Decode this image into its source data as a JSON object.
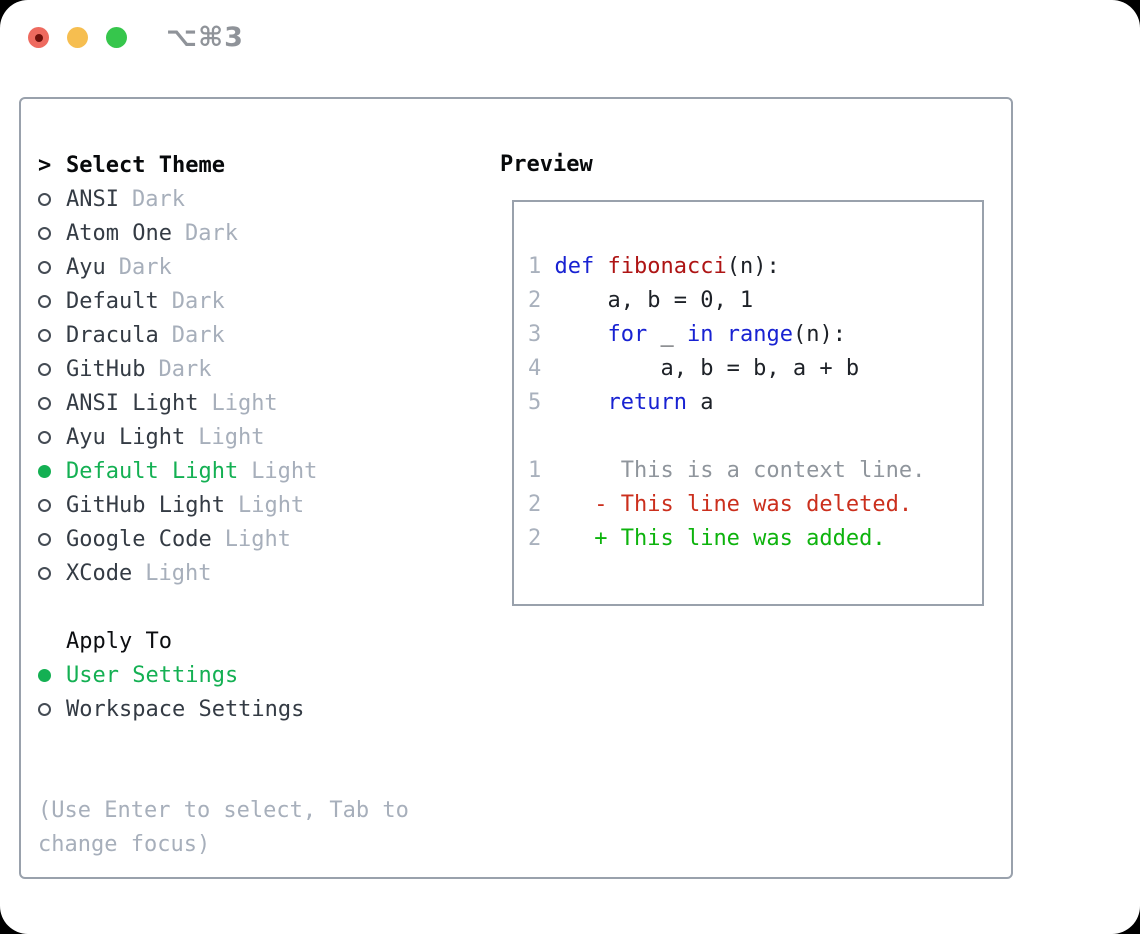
{
  "window": {
    "shortcut": "⌥⌘3"
  },
  "colors": {
    "accent_green": "#14b053",
    "diff_added_green": "#0db30d",
    "diff_deleted_red": "#cb2f1d",
    "keyword_blue": "#1822d2",
    "function_red": "#ae1414",
    "muted_gray": "#a7afbb",
    "line_number_gray": "#a9b1bd",
    "context_gray": "#8f959c",
    "border_gray": "#99a1ac",
    "traffic_red": "#ee6a5f",
    "traffic_yellow": "#f6be50",
    "traffic_green": "#36c64c"
  },
  "sidebar": {
    "header_prefix": ">",
    "header_label": "Select Theme",
    "themes": [
      {
        "name": "ANSI",
        "variant": "Dark",
        "selected": false
      },
      {
        "name": "Atom One",
        "variant": "Dark",
        "selected": false
      },
      {
        "name": "Ayu",
        "variant": "Dark",
        "selected": false
      },
      {
        "name": "Default",
        "variant": "Dark",
        "selected": false
      },
      {
        "name": "Dracula",
        "variant": "Dark",
        "selected": false
      },
      {
        "name": "GitHub",
        "variant": "Dark",
        "selected": false
      },
      {
        "name": "ANSI Light",
        "variant": "Light",
        "selected": false
      },
      {
        "name": "Ayu Light",
        "variant": "Light",
        "selected": false
      },
      {
        "name": "Default Light",
        "variant": "Light",
        "selected": true
      },
      {
        "name": "GitHub Light",
        "variant": "Light",
        "selected": false
      },
      {
        "name": "Google Code",
        "variant": "Light",
        "selected": false
      },
      {
        "name": "XCode",
        "variant": "Light",
        "selected": false
      }
    ],
    "apply_to_label": "Apply To",
    "apply_options": [
      {
        "name": "User Settings",
        "selected": true
      },
      {
        "name": "Workspace Settings",
        "selected": false
      }
    ],
    "hint_lines": [
      "(Use Enter to select, Tab to",
      "change focus)"
    ]
  },
  "preview": {
    "label": "Preview",
    "code_lines": [
      {
        "num": "1",
        "tokens": [
          [
            "def",
            "kw"
          ],
          [
            " ",
            ""
          ],
          [
            "fibonacci",
            "fn"
          ],
          [
            "(n):",
            ""
          ]
        ]
      },
      {
        "num": "2",
        "tokens": [
          [
            "    a, b = 0, 1",
            ""
          ]
        ]
      },
      {
        "num": "3",
        "tokens": [
          [
            "    ",
            ""
          ],
          [
            "for",
            "kw"
          ],
          [
            " _ ",
            ""
          ],
          [
            "in",
            "kw"
          ],
          [
            " ",
            ""
          ],
          [
            "range",
            "kw"
          ],
          [
            "(n):",
            ""
          ]
        ]
      },
      {
        "num": "4",
        "tokens": [
          [
            "        a, b = b, a + b",
            ""
          ]
        ]
      },
      {
        "num": "5",
        "tokens": [
          [
            "    ",
            ""
          ],
          [
            "return",
            "kw"
          ],
          [
            " a",
            ""
          ]
        ]
      }
    ],
    "diff_lines": [
      {
        "num": "1",
        "class": "ctx",
        "text": "     This is a context line."
      },
      {
        "num": "2",
        "class": "del",
        "text": "   - This line was deleted."
      },
      {
        "num": "2",
        "class": "add",
        "text": "   + This line was added."
      }
    ]
  }
}
